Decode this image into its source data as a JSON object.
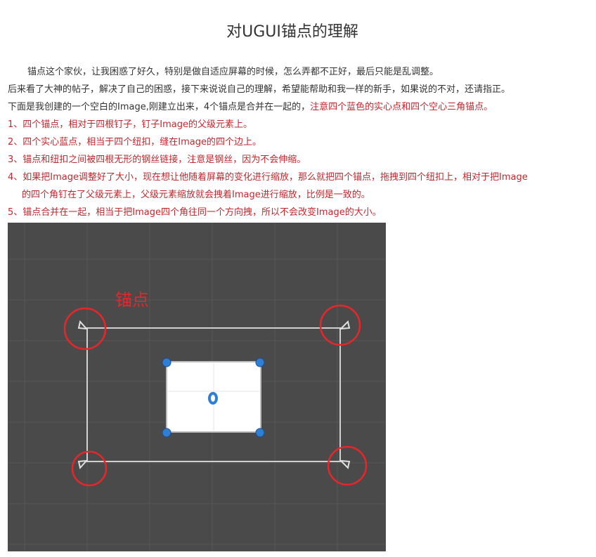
{
  "article": {
    "title": "对UGUI锚点的理解",
    "p1": "锚点这个家伙，让我困惑了好久，特别是做自适应屏幕的时候，怎么弄都不正好，最后只能是乱调整。",
    "p2": "后来看了大神的帖子，解决了自己的困惑，接下来说说自己的理解，希望能帮助和我一样的新手，如果说的不对，还请指正。",
    "p3_plain": "下面是我创建的一个空白的Image,刚建立出来，4个锚点是合并在一起的，",
    "p3_red": "注意四个蓝色的实心点和四个空心三角锚点。",
    "items": [
      "1、四个锚点，相对于四根钉子，钉子Image的父级元素上。",
      "2、四个实心蓝点，相当于四个纽扣，缝在Image的四个边上。",
      "3、锚点和纽扣之间被四根无形的钢丝链接，注意是钢丝，因为不会伸缩。",
      "4、如果把Image调整好了大小，现在想让他随着屏幕的变化进行缩放，那么就把四个锚点，拖拽到四个纽扣上，相对于把Image",
      "的四个角钉在了父级元素上，父级元素缩放就会拽着Image进行缩放，比例是一致的。",
      "5、锚点合并在一起，相当于把Image四个角往同一个方向拽，所以不会改变Image的大小。"
    ]
  },
  "figure": {
    "label": "锚点",
    "colors": {
      "background": "#4a4a4a",
      "grid": "#575757",
      "frame": "#d0d0d0",
      "image_fill": "#ffffff",
      "handle": "#2f7fd6",
      "highlight_circle": "#e8262a"
    }
  }
}
